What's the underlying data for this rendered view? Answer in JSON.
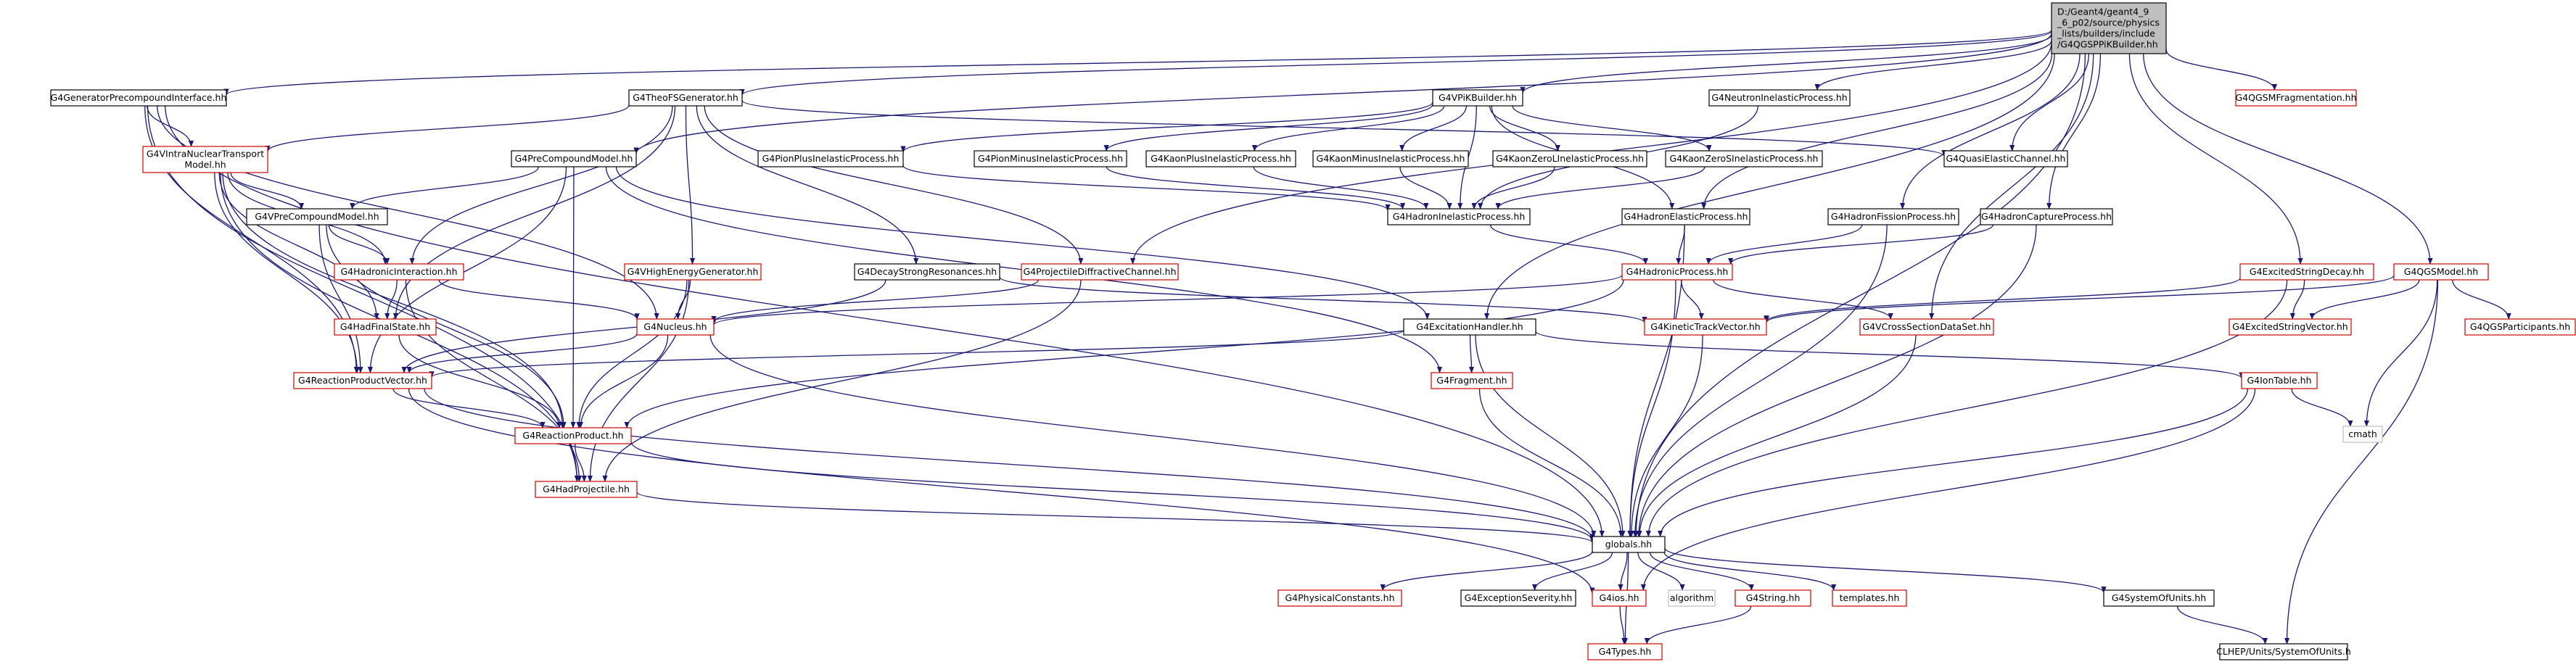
{
  "nodes": [
    {
      "id": "root",
      "lines": [
        "D:/Geant4/geant4_9",
        "_6_p02/source/physics",
        "_lists/builders/include",
        "/G4QGSPPiKBuilder.hh"
      ],
      "color": "root"
    },
    {
      "id": "gpci",
      "lines": [
        "G4GeneratorPrecompoundInterface.hh"
      ],
      "color": "black"
    },
    {
      "id": "tfs",
      "lines": [
        "G4TheoFSGenerator.hh"
      ],
      "color": "black"
    },
    {
      "id": "vpik",
      "lines": [
        "G4VPiKBuilder.hh"
      ],
      "color": "black"
    },
    {
      "id": "nip",
      "lines": [
        "G4NeutronInelasticProcess.hh"
      ],
      "color": "black"
    },
    {
      "id": "qgsmf",
      "lines": [
        "G4QGSMFragmentation.hh"
      ],
      "color": "red"
    },
    {
      "id": "vintra",
      "lines": [
        "G4VIntraNuclearTransport",
        "Model.hh"
      ],
      "color": "red"
    },
    {
      "id": "pcm",
      "lines": [
        "G4PreCompoundModel.hh"
      ],
      "color": "black"
    },
    {
      "id": "ppip",
      "lines": [
        "G4PionPlusInelasticProcess.hh"
      ],
      "color": "black"
    },
    {
      "id": "pmip",
      "lines": [
        "G4PionMinusInelasticProcess.hh"
      ],
      "color": "black"
    },
    {
      "id": "kpip",
      "lines": [
        "G4KaonPlusInelasticProcess.hh"
      ],
      "color": "black"
    },
    {
      "id": "kmip",
      "lines": [
        "G4KaonMinusInelasticProcess.hh"
      ],
      "color": "black"
    },
    {
      "id": "kzlip",
      "lines": [
        "G4KaonZeroLInelasticProcess.hh"
      ],
      "color": "black"
    },
    {
      "id": "kzsip",
      "lines": [
        "G4KaonZeroSInelasticProcess.hh"
      ],
      "color": "black"
    },
    {
      "id": "qec",
      "lines": [
        "G4QuasiElasticChannel.hh"
      ],
      "color": "black"
    },
    {
      "id": "vpcm",
      "lines": [
        "G4VPreCompoundModel.hh"
      ],
      "color": "black"
    },
    {
      "id": "hip",
      "lines": [
        "G4HadronInelasticProcess.hh"
      ],
      "color": "black"
    },
    {
      "id": "hep",
      "lines": [
        "G4HadronElasticProcess.hh"
      ],
      "color": "black"
    },
    {
      "id": "hfp",
      "lines": [
        "G4HadronFissionProcess.hh"
      ],
      "color": "black"
    },
    {
      "id": "hcp",
      "lines": [
        "G4HadronCaptureProcess.hh"
      ],
      "color": "black"
    },
    {
      "id": "hint",
      "lines": [
        "G4HadronicInteraction.hh"
      ],
      "color": "red"
    },
    {
      "id": "vheg",
      "lines": [
        "G4VHighEnergyGenerator.hh"
      ],
      "color": "red"
    },
    {
      "id": "dsr",
      "lines": [
        "G4DecayStrongResonances.hh"
      ],
      "color": "black"
    },
    {
      "id": "pdc",
      "lines": [
        "G4ProjectileDiffractiveChannel.hh"
      ],
      "color": "red"
    },
    {
      "id": "hp",
      "lines": [
        "G4HadronicProcess.hh"
      ],
      "color": "red"
    },
    {
      "id": "esd",
      "lines": [
        "G4ExcitedStringDecay.hh"
      ],
      "color": "red"
    },
    {
      "id": "qgsm",
      "lines": [
        "G4QGSModel.hh"
      ],
      "color": "red"
    },
    {
      "id": "hfs",
      "lines": [
        "G4HadFinalState.hh"
      ],
      "color": "red"
    },
    {
      "id": "nuc",
      "lines": [
        "G4Nucleus.hh"
      ],
      "color": "red"
    },
    {
      "id": "exh",
      "lines": [
        "G4ExcitationHandler.hh"
      ],
      "color": "black"
    },
    {
      "id": "ktv",
      "lines": [
        "G4KineticTrackVector.hh"
      ],
      "color": "red"
    },
    {
      "id": "vcsd",
      "lines": [
        "G4VCrossSectionDataSet.hh"
      ],
      "color": "red"
    },
    {
      "id": "esv",
      "lines": [
        "G4ExcitedStringVector.hh"
      ],
      "color": "red"
    },
    {
      "id": "qgsp",
      "lines": [
        "G4QGSParticipants.hh"
      ],
      "color": "red"
    },
    {
      "id": "rpv",
      "lines": [
        "G4ReactionProductVector.hh"
      ],
      "color": "red"
    },
    {
      "id": "frag",
      "lines": [
        "G4Fragment.hh"
      ],
      "color": "red"
    },
    {
      "id": "iont",
      "lines": [
        "G4IonTable.hh"
      ],
      "color": "red"
    },
    {
      "id": "cmath",
      "lines": [
        "cmath"
      ],
      "color": "grey"
    },
    {
      "id": "rp",
      "lines": [
        "G4ReactionProduct.hh"
      ],
      "color": "red"
    },
    {
      "id": "hproj",
      "lines": [
        "G4HadProjectile.hh"
      ],
      "color": "red"
    },
    {
      "id": "glob",
      "lines": [
        "globals.hh"
      ],
      "color": "black"
    },
    {
      "id": "phc",
      "lines": [
        "G4PhysicalConstants.hh"
      ],
      "color": "red"
    },
    {
      "id": "exs",
      "lines": [
        "G4ExceptionSeverity.hh"
      ],
      "color": "black"
    },
    {
      "id": "ios",
      "lines": [
        "G4ios.hh"
      ],
      "color": "red"
    },
    {
      "id": "algo",
      "lines": [
        "algorithm"
      ],
      "color": "grey"
    },
    {
      "id": "str",
      "lines": [
        "G4String.hh"
      ],
      "color": "red"
    },
    {
      "id": "tmpl",
      "lines": [
        "templates.hh"
      ],
      "color": "red"
    },
    {
      "id": "sou",
      "lines": [
        "G4SystemOfUnits.hh"
      ],
      "color": "black"
    },
    {
      "id": "types",
      "lines": [
        "G4Types.hh"
      ],
      "color": "red"
    },
    {
      "id": "clhep",
      "lines": [
        "CLHEP/Units/SystemOfUnits.h"
      ],
      "color": "black"
    }
  ],
  "edges": [
    [
      "root",
      "gpci"
    ],
    [
      "root",
      "tfs"
    ],
    [
      "root",
      "vpik"
    ],
    [
      "root",
      "nip"
    ],
    [
      "root",
      "qgsmf"
    ],
    [
      "root",
      "pcm"
    ],
    [
      "root",
      "pdc"
    ],
    [
      "root",
      "qec"
    ],
    [
      "root",
      "hep"
    ],
    [
      "root",
      "hfp"
    ],
    [
      "root",
      "hcp"
    ],
    [
      "root",
      "esd"
    ],
    [
      "root",
      "qgsm"
    ],
    [
      "root",
      "exh"
    ],
    [
      "root",
      "vcsd"
    ],
    [
      "root",
      "glob"
    ],
    [
      "gpci",
      "vintra"
    ],
    [
      "gpci",
      "nuc"
    ],
    [
      "gpci",
      "rpv"
    ],
    [
      "gpci",
      "hproj"
    ],
    [
      "gpci",
      "glob"
    ],
    [
      "tfs",
      "vintra"
    ],
    [
      "tfs",
      "vheg"
    ],
    [
      "tfs",
      "hint"
    ],
    [
      "tfs",
      "hfs"
    ],
    [
      "tfs",
      "dsr"
    ],
    [
      "tfs",
      "pdc"
    ],
    [
      "tfs",
      "qec"
    ],
    [
      "vintra",
      "vpcm"
    ],
    [
      "vintra",
      "hint"
    ],
    [
      "vintra",
      "rpv"
    ],
    [
      "vintra",
      "rp"
    ],
    [
      "vintra",
      "hproj"
    ],
    [
      "vintra",
      "hfs"
    ],
    [
      "pcm",
      "vpcm"
    ],
    [
      "pcm",
      "rpv"
    ],
    [
      "pcm",
      "rp"
    ],
    [
      "pcm",
      "frag"
    ],
    [
      "pcm",
      "exh"
    ],
    [
      "vpcm",
      "hint"
    ],
    [
      "vpcm",
      "rpv"
    ],
    [
      "vpcm",
      "rp"
    ],
    [
      "vpik",
      "ppip"
    ],
    [
      "vpik",
      "pmip"
    ],
    [
      "vpik",
      "kpip"
    ],
    [
      "vpik",
      "kmip"
    ],
    [
      "vpik",
      "kzlip"
    ],
    [
      "vpik",
      "kzsip"
    ],
    [
      "vpik",
      "hip"
    ],
    [
      "vpik",
      "hep"
    ],
    [
      "nip",
      "hip"
    ],
    [
      "ppip",
      "hip"
    ],
    [
      "pmip",
      "hip"
    ],
    [
      "kpip",
      "hip"
    ],
    [
      "kmip",
      "hip"
    ],
    [
      "kzlip",
      "hip"
    ],
    [
      "kzsip",
      "hip"
    ],
    [
      "hip",
      "hp"
    ],
    [
      "hep",
      "hp"
    ],
    [
      "hfp",
      "hp"
    ],
    [
      "hcp",
      "hp"
    ],
    [
      "hfp",
      "glob"
    ],
    [
      "hep",
      "glob"
    ],
    [
      "hcp",
      "glob"
    ],
    [
      "hint",
      "hfs"
    ],
    [
      "hint",
      "nuc"
    ],
    [
      "hint",
      "hproj"
    ],
    [
      "vheg",
      "nuc"
    ],
    [
      "vheg",
      "rp"
    ],
    [
      "vheg",
      "hproj"
    ],
    [
      "dsr",
      "ktv"
    ],
    [
      "dsr",
      "rpv"
    ],
    [
      "pdc",
      "nuc"
    ],
    [
      "pdc",
      "hproj"
    ],
    [
      "hp",
      "nuc"
    ],
    [
      "hp",
      "vcsd"
    ],
    [
      "hp",
      "ktv"
    ],
    [
      "hp",
      "rp"
    ],
    [
      "hp",
      "glob"
    ],
    [
      "esd",
      "ktv"
    ],
    [
      "esd",
      "esv"
    ],
    [
      "esd",
      "glob"
    ],
    [
      "qgsm",
      "ktv"
    ],
    [
      "qgsm",
      "esv"
    ],
    [
      "qgsm",
      "qgsp"
    ],
    [
      "qgsm",
      "cmath"
    ],
    [
      "qgsm",
      "clhep"
    ],
    [
      "hfs",
      "rp"
    ],
    [
      "nuc",
      "rpv"
    ],
    [
      "nuc",
      "rp"
    ],
    [
      "nuc",
      "glob"
    ],
    [
      "exh",
      "rpv"
    ],
    [
      "exh",
      "frag"
    ],
    [
      "exh",
      "iont"
    ],
    [
      "exh",
      "glob"
    ],
    [
      "ktv",
      "glob"
    ],
    [
      "vcsd",
      "glob"
    ],
    [
      "rpv",
      "rp"
    ],
    [
      "rpv",
      "glob"
    ],
    [
      "rpv",
      "ios"
    ],
    [
      "rp",
      "hproj"
    ],
    [
      "rp",
      "glob"
    ],
    [
      "hproj",
      "glob"
    ],
    [
      "frag",
      "glob"
    ],
    [
      "iont",
      "cmath"
    ],
    [
      "iont",
      "glob"
    ],
    [
      "iont",
      "ios"
    ],
    [
      "glob",
      "phc"
    ],
    [
      "glob",
      "exs"
    ],
    [
      "glob",
      "ios"
    ],
    [
      "glob",
      "algo"
    ],
    [
      "glob",
      "str"
    ],
    [
      "glob",
      "tmpl"
    ],
    [
      "glob",
      "sou"
    ],
    [
      "glob",
      "types"
    ],
    [
      "ios",
      "types"
    ],
    [
      "str",
      "types"
    ],
    [
      "sou",
      "clhep"
    ]
  ]
}
